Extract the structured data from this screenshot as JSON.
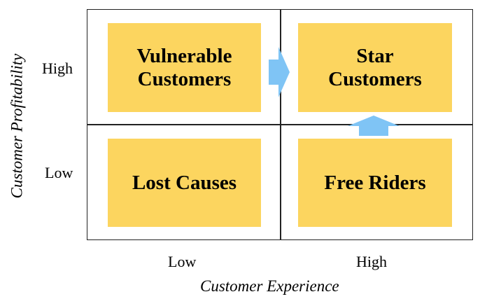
{
  "matrix": {
    "quadrants": {
      "top_left": "Vulnerable\nCustomers",
      "top_right": "Star\nCustomers",
      "bottom_left": "Lost Causes",
      "bottom_right": "Free Riders"
    },
    "fill_color": "#FCD55F",
    "border_color": "#222222",
    "arrow_color": "#7FC4F5"
  },
  "y_axis": {
    "title": "Customer Profitability",
    "ticks": [
      "High",
      "Low"
    ]
  },
  "x_axis": {
    "title": "Customer Experience",
    "ticks": [
      "Low",
      "High"
    ]
  },
  "arrows": [
    {
      "from": "Vulnerable Customers",
      "to": "Star Customers",
      "icon": "arrow-right-icon"
    },
    {
      "from": "Free Riders",
      "to": "Star Customers",
      "icon": "arrow-up-icon"
    }
  ]
}
